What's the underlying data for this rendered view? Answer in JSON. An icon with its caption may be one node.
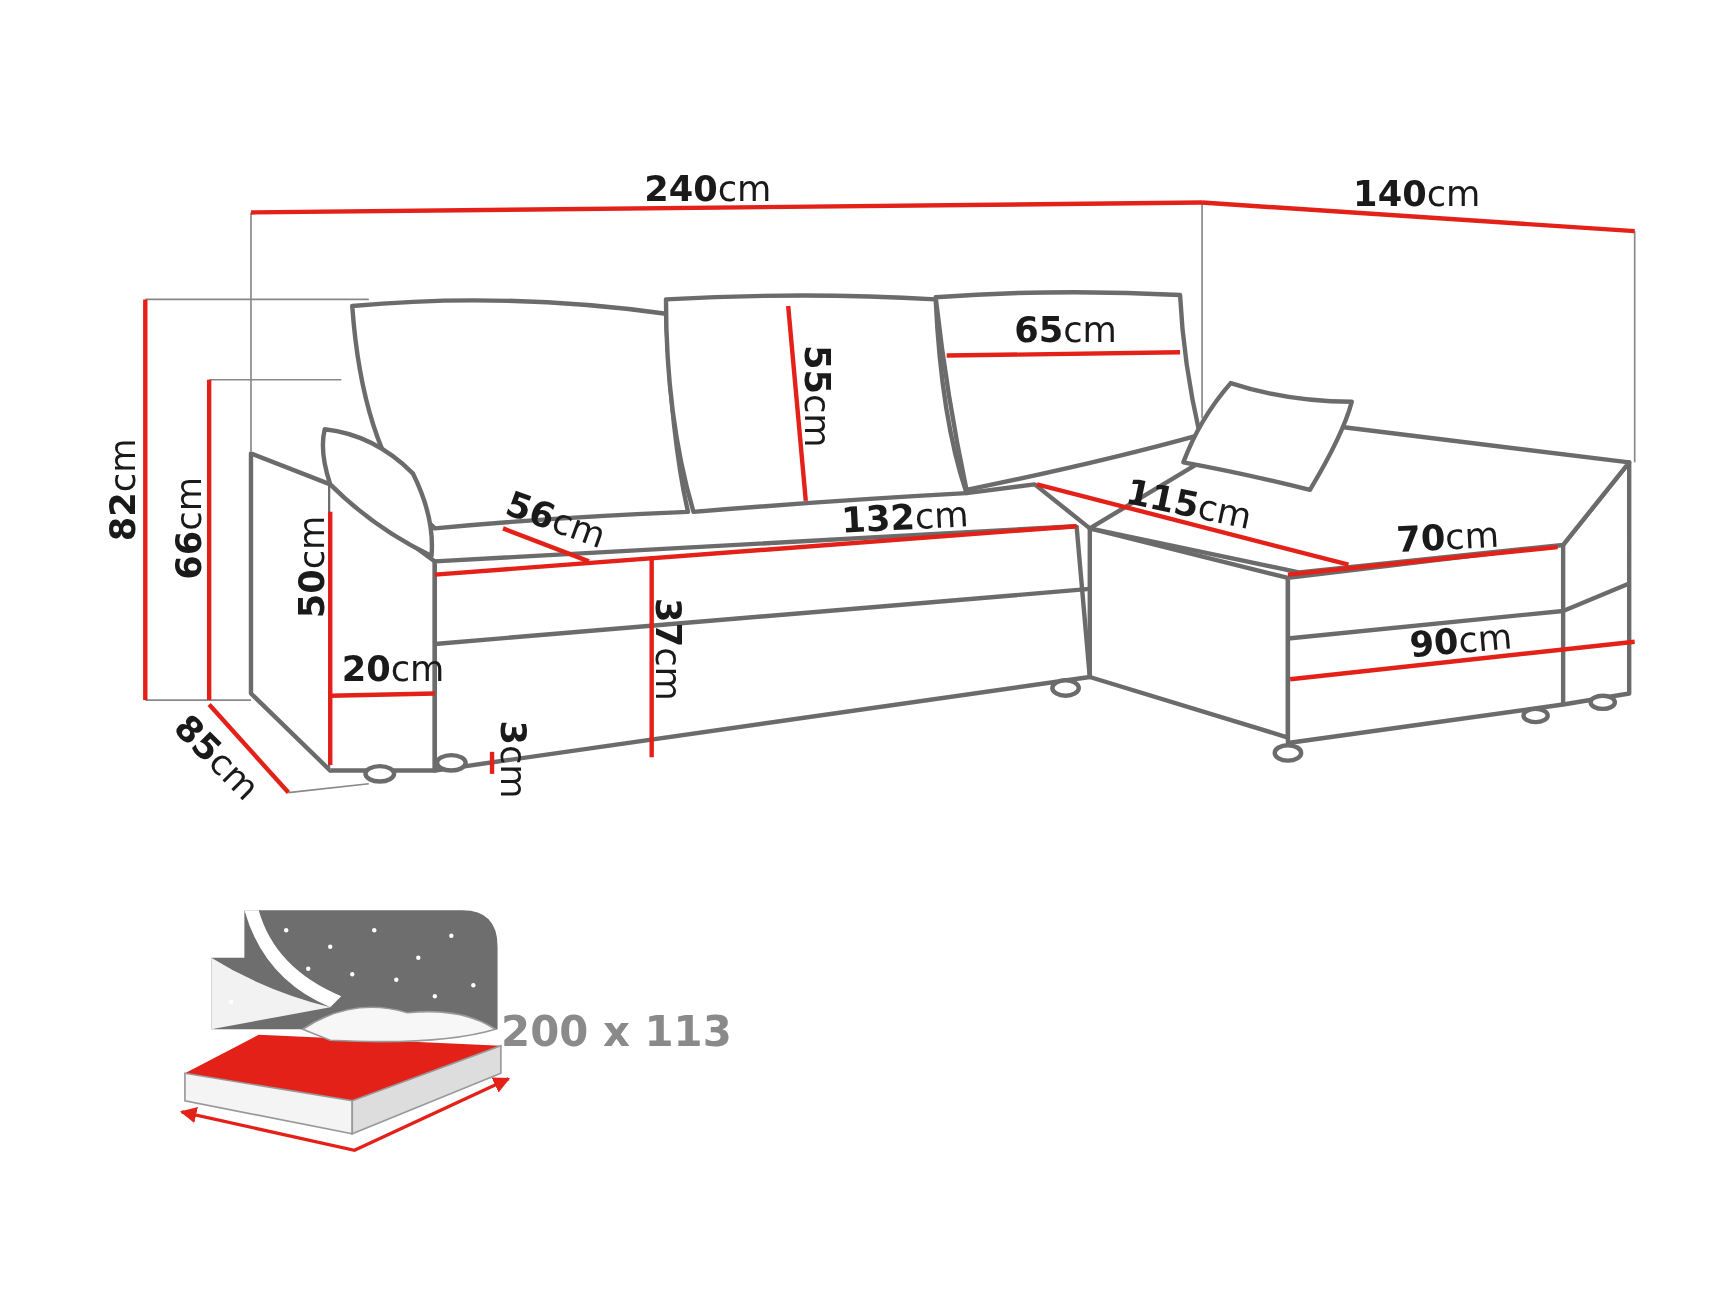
{
  "diagram": {
    "labels": [
      "**240**cm",
      "**140**cm",
      "**65**cm",
      "**55**cm",
      "**82**cm",
      "**66**cm",
      "**56**cm",
      "**132**cm",
      "**115**cm",
      "**50**cm",
      "**70**cm",
      "**37**cm",
      "**20**cm",
      "**90**cm",
      "**85**cm",
      "**3**cm",
      "200 x 113"
    ]
  }
}
